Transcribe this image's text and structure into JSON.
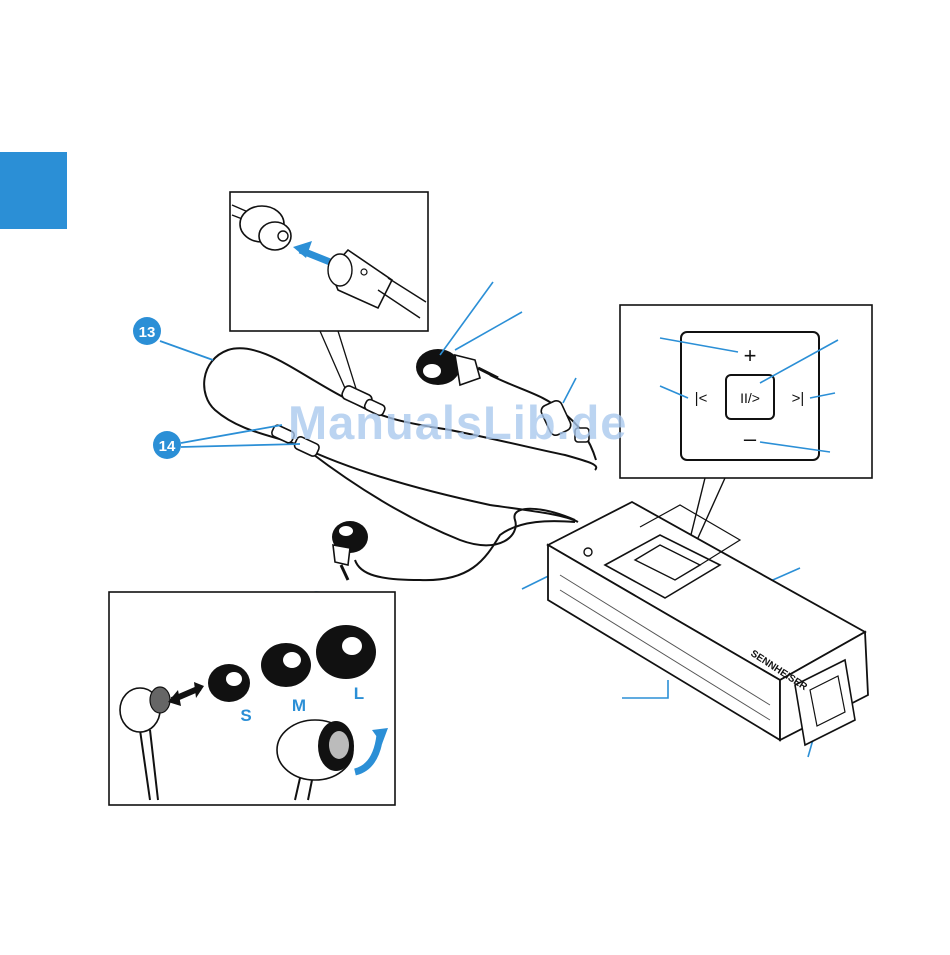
{
  "diagram": {
    "callouts": {
      "c13": "13",
      "c14": "14"
    },
    "earbud_sizes": {
      "small": "S",
      "medium": "M",
      "large": "L"
    },
    "control_pad": {
      "plus": "+",
      "minus": "–",
      "prev": "|<",
      "next": ">|",
      "play_pause": "II/>"
    },
    "device_brand": "SENNHEISER",
    "watermark": "ManualsLib.de",
    "colors": {
      "accent_blue": "#2b8fd6",
      "line": "#1a1a1a",
      "watermark": "#a9c8ee"
    }
  }
}
